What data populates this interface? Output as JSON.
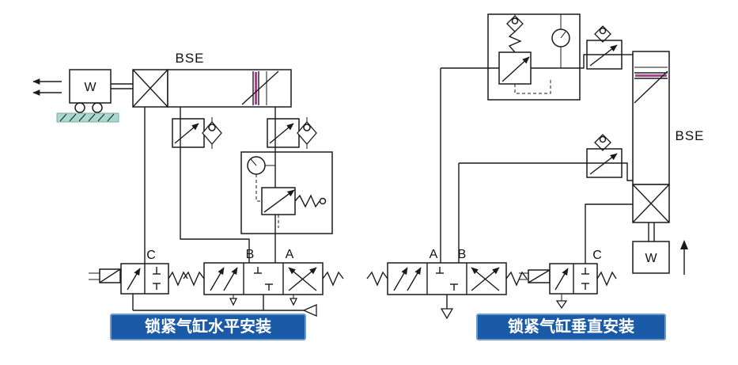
{
  "left": {
    "title": "锁紧气缸水平安装",
    "cylinder_label": "BSE",
    "load_label": "W",
    "valve_a": "A",
    "valve_b": "B",
    "valve_c": "C"
  },
  "right": {
    "title": "锁紧气缸垂直安装",
    "cylinder_label": "BSE",
    "load_label": "W",
    "valve_a": "A",
    "valve_b": "B",
    "valve_c": "C"
  },
  "icons": {
    "motion_arrows": "left-motion-arrows",
    "lift_arrow": "up-arrow",
    "exhaust": "exhaust-triangle",
    "check_valve": "check-valve-diamond",
    "gauge": "pressure-gauge",
    "spring": "return-spring",
    "solenoid": "solenoid-pilot"
  },
  "colors": {
    "line": "#1a1a1a",
    "accent_magenta": "#a8468c",
    "title_bg": "#1b5aa6",
    "title_border": "#6d9bd1",
    "title_text": "#ffffff",
    "ground_fill": "#a9d9ce",
    "background": "#ffffff"
  }
}
